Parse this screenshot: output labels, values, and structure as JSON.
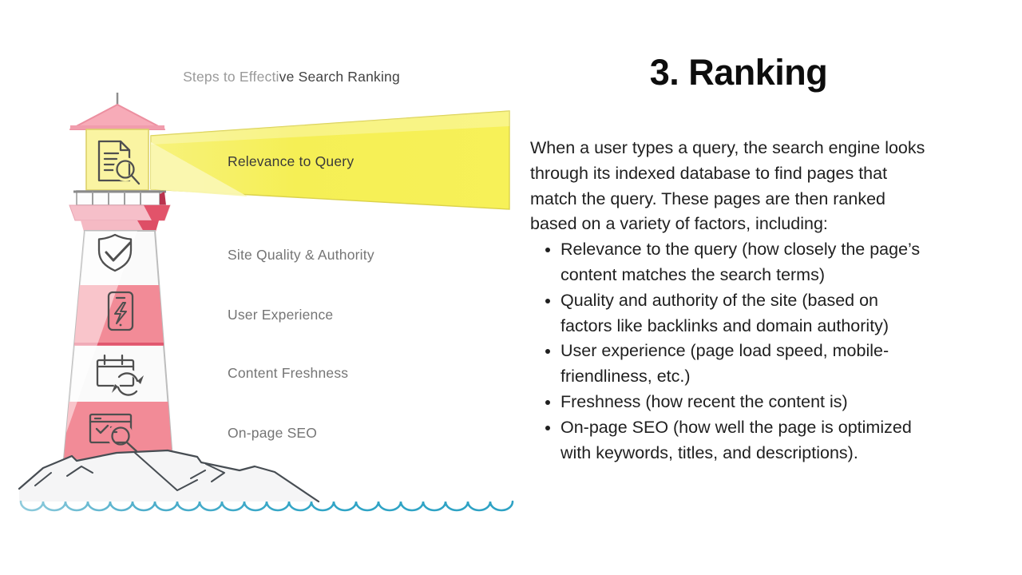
{
  "theme": {
    "c-pink": "#F28B97",
    "c-pink-light": "#F6BFC9",
    "c-pink-dark": "#E2536A",
    "c-roof": "#F7ABB8",
    "c-lamp": "#FAF4A2",
    "c-beam-pale": "#FAF7B2",
    "c-beam-bright": "#F5EF52",
    "c-tower": "#FAFAFA",
    "c-water": "#3FA9C6",
    "c-icon": "#4F4F4F",
    "c-ink": "#1F1F1F"
  },
  "diagram": {
    "title_gray": "Steps to Effecti",
    "title_dark": "ve Search Ranking",
    "beam_label": "Relevance to Query",
    "step_labels": [
      "Site Quality & Authority",
      "User Experience",
      "Content Freshness",
      "On-page SEO"
    ],
    "icons": [
      "document-search-icon",
      "shield-check-icon",
      "mobile-speed-icon",
      "calendar-refresh-icon",
      "page-search-icon",
      "lighthouse-illustration",
      "light-beam",
      "rocks",
      "water-waves"
    ]
  },
  "content": {
    "heading": "3. Ranking",
    "paragraph": "When a user types a query, the search engine looks\nthrough its indexed database to find pages that\nmatch the query. These pages are then ranked\nbased on a variety of factors, including:",
    "bullets": [
      "Relevance to the query (how closely the page’s\ncontent matches the search terms)",
      "Quality and authority of the site (based on\nfactors like backlinks and domain authority)",
      "User experience (page load speed, mobile-\nfriendliness, etc.)",
      "Freshness (how recent the content is)",
      "On-page SEO (how well the page is optimized\nwith keywords, titles, and descriptions)."
    ]
  }
}
